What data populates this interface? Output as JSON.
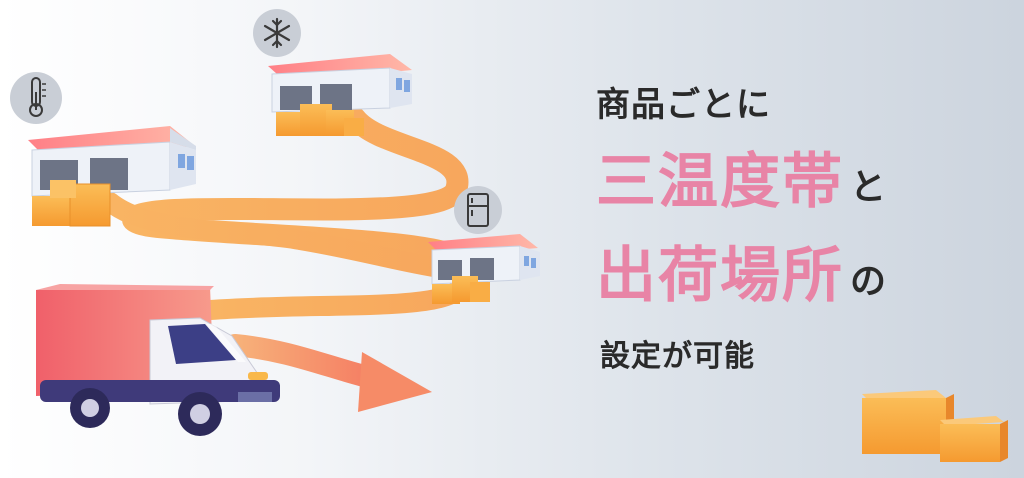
{
  "headline": {
    "line1": "商品ごとに",
    "line2_main": "三温度帯",
    "line2_suffix": "と",
    "line3_main": "出荷場所",
    "line3_suffix": "の",
    "line4": "設定が可能"
  },
  "icons": {
    "temperature": "thermometer-icon",
    "frozen": "snowflake-icon",
    "chilled": "refrigerator-icon"
  },
  "colors": {
    "accent_pink": "#e884a6",
    "text_dark": "#2a2a2a",
    "route_orange": "#f7a95a",
    "truck_red": "#ef6f63",
    "box_orange": "#f7a13c"
  }
}
